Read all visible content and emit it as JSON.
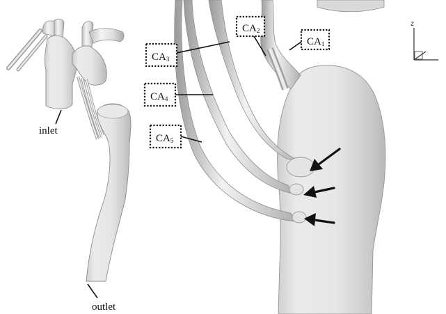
{
  "labels": {
    "inlet": "inlet",
    "outlet": "outlet"
  },
  "ca_labels": [
    {
      "id": "ca1",
      "base": "CA",
      "sub": "1"
    },
    {
      "id": "ca2",
      "base": "CA",
      "sub": "2"
    },
    {
      "id": "ca3",
      "base": "CA",
      "sub": "3"
    },
    {
      "id": "ca4",
      "base": "CA",
      "sub": "4"
    },
    {
      "id": "ca5",
      "base": "CA",
      "sub": "5"
    }
  ],
  "axes": {
    "z": "z"
  },
  "colors": {
    "vessel_fill": "#d6d6d6",
    "vessel_edge": "#8c8c8c",
    "vessel_highlight": "#f2f2f2",
    "annotation": "#111111",
    "background": "#ffffff"
  }
}
